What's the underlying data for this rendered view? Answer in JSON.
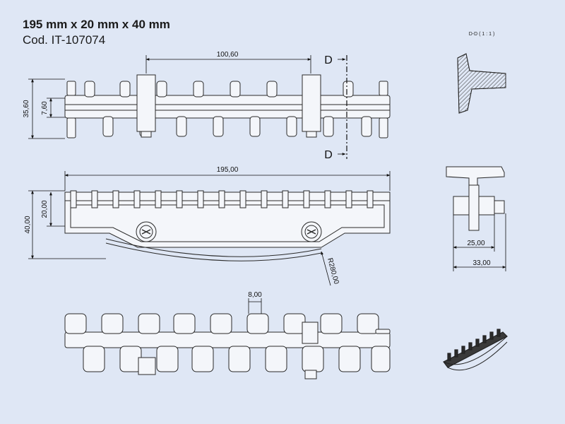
{
  "header": {
    "title": "195 mm x 20 mm x 40 mm",
    "code": "Cod. IT-107074"
  },
  "dimensions": {
    "pitch": "100,60",
    "height_top": "35,60",
    "inner_top": "7,60",
    "length": "195,00",
    "height_front": "40,00",
    "inner_front": "20,00",
    "radius": "R280,00",
    "tooth_width": "8,00",
    "side_inner": "25,00",
    "side_outer": "33,00"
  },
  "section": {
    "marker": "D",
    "label": "D-D ( 1 : 1 )"
  },
  "colors": {
    "background": "#dfe7f5",
    "line": "#2b2b2b",
    "fill": "#f4f6fa"
  }
}
